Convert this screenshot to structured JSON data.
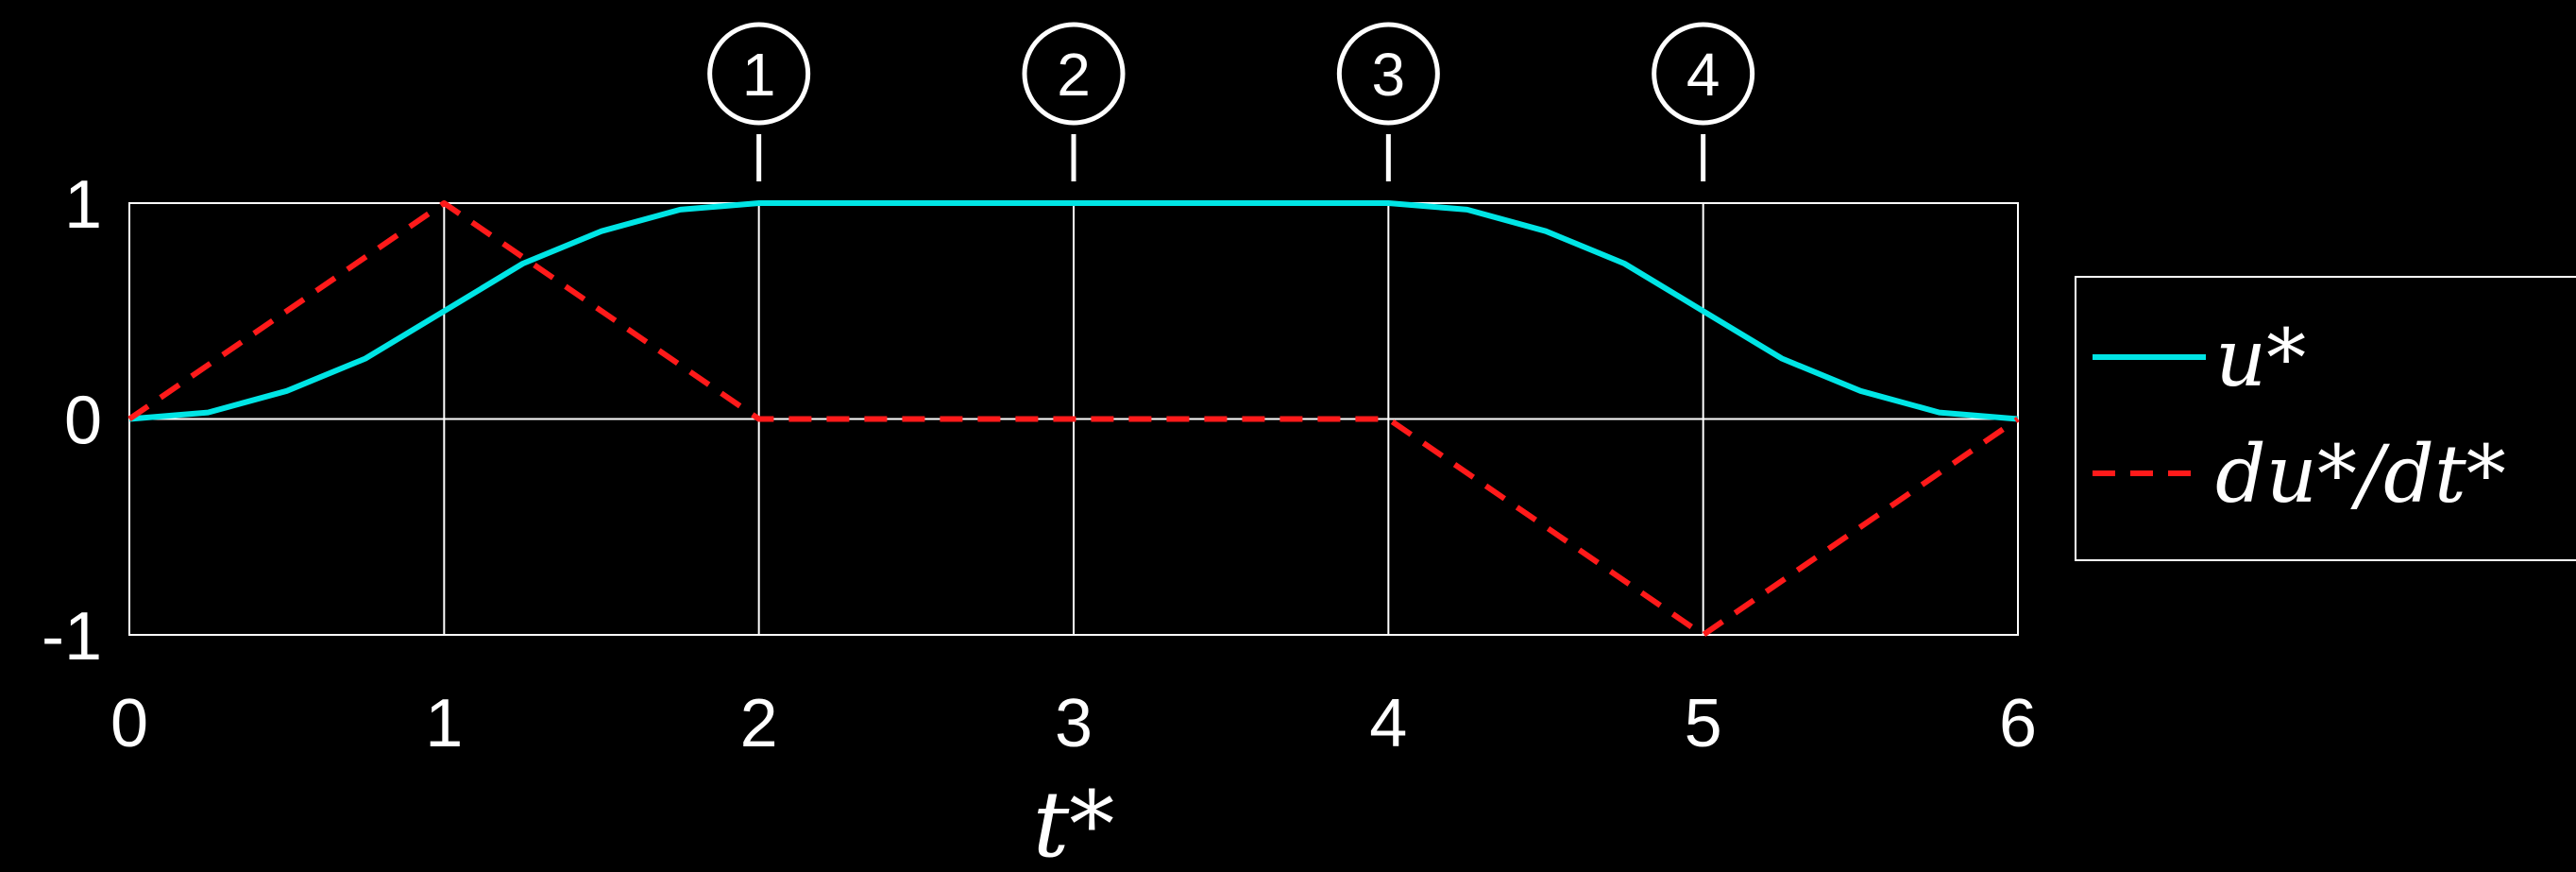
{
  "chart_data": {
    "type": "line",
    "xlabel": "t*",
    "xlim": [
      0,
      6
    ],
    "ylim": [
      -1,
      1
    ],
    "x_ticks": [
      "0",
      "1",
      "2",
      "3",
      "4",
      "5",
      "6"
    ],
    "y_ticks": [
      "-1",
      "0",
      "1"
    ],
    "grid": true,
    "legend_position": "right",
    "phase_markers": [
      {
        "x": 2,
        "label": "1"
      },
      {
        "x": 3,
        "label": "2"
      },
      {
        "x": 4,
        "label": "3"
      },
      {
        "x": 5,
        "label": "4"
      }
    ],
    "series": [
      {
        "name": "u*",
        "color": "#00e5e5",
        "style": "solid",
        "x": [
          0,
          0.25,
          0.5,
          0.75,
          1,
          1.25,
          1.5,
          1.75,
          2,
          3,
          4,
          4.25,
          4.5,
          4.75,
          5,
          5.25,
          5.5,
          5.75,
          6
        ],
        "y": [
          0,
          0.03,
          0.13,
          0.28,
          0.5,
          0.72,
          0.87,
          0.97,
          1,
          1,
          1,
          0.97,
          0.87,
          0.72,
          0.5,
          0.28,
          0.13,
          0.03,
          0
        ]
      },
      {
        "name": "du*/dt*",
        "color": "#ff1a1a",
        "style": "dashed",
        "x": [
          0,
          1,
          2,
          3,
          4,
          5,
          6
        ],
        "y": [
          0,
          1,
          0,
          0,
          0,
          -1,
          0
        ]
      }
    ]
  }
}
